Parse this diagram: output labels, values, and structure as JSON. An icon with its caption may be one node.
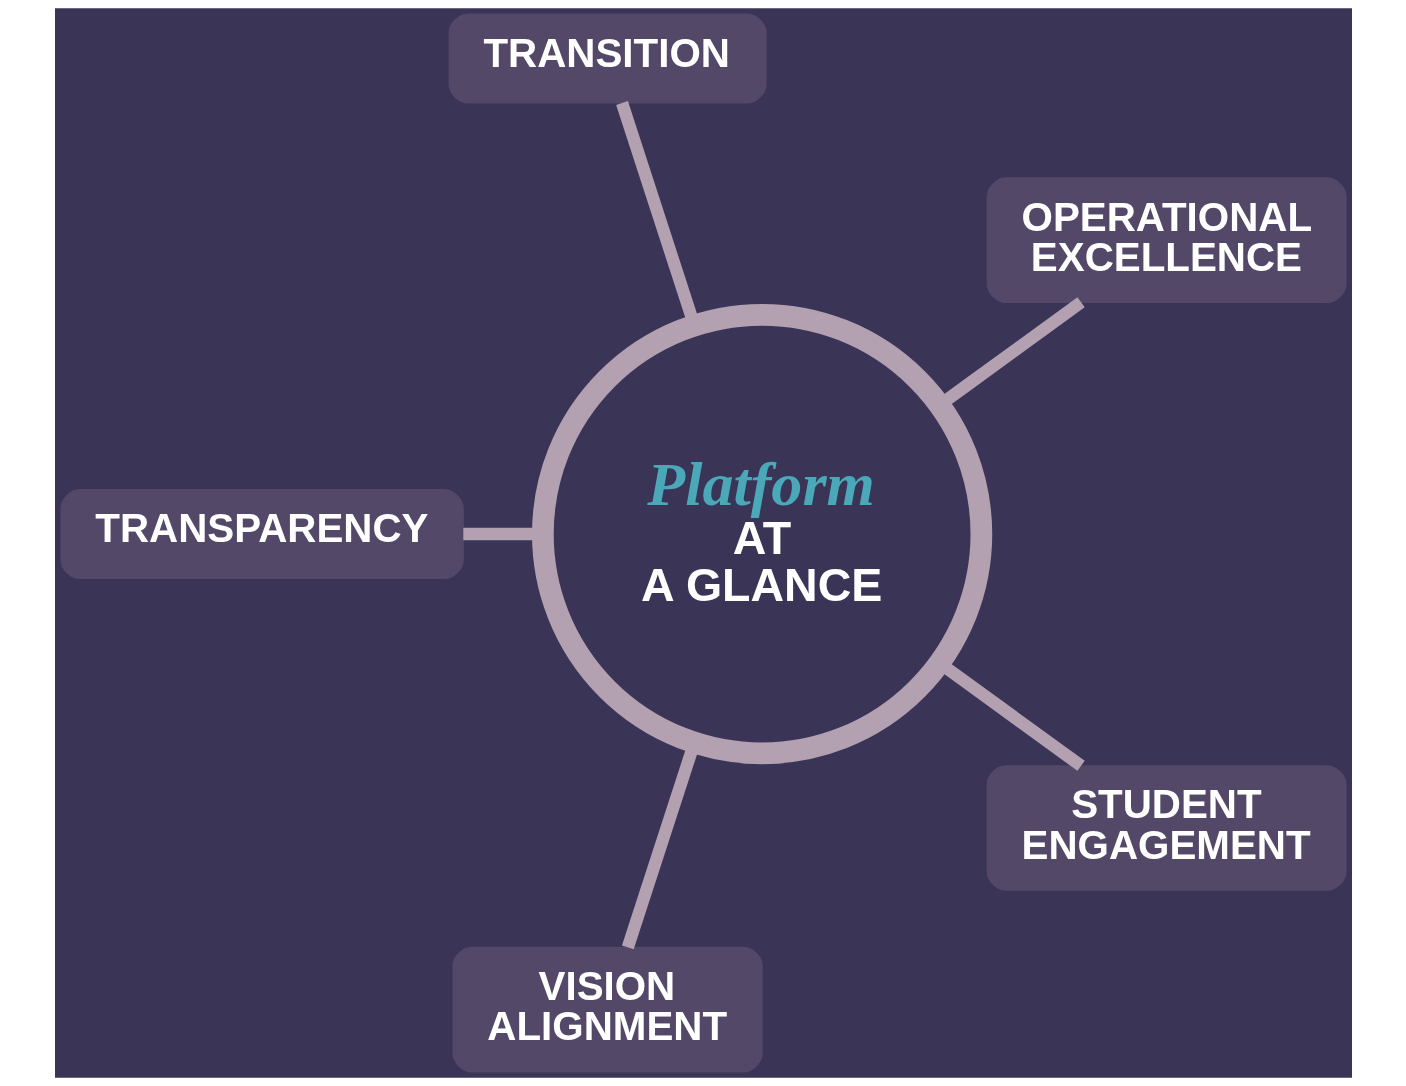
{
  "diagram": {
    "nodes": [
      {
        "text": [
          "OPERATIONAL EXCELLENCE"
        ]
      },
      {
        "text": [
          "TRANSITION"
        ]
      },
      {
        "text": [
          "TRANSPARENCY"
        ]
      },
      {
        "text": [
          "Platform",
          "AT A GLANCE"
        ]
      },
      {
        "text": [
          "VISION ALIGNMENT"
        ]
      },
      {
        "text": [
          "STUDENT ENGAGEMENT"
        ]
      }
    ],
    "edges": [
      {
        "from": 3,
        "to": 0,
        "arrow": "none"
      },
      {
        "from": 3,
        "to": 1,
        "arrow": "none"
      },
      {
        "from": 3,
        "to": 2,
        "arrow": "none"
      },
      {
        "from": 3,
        "to": 4,
        "arrow": "none"
      },
      {
        "from": 3,
        "to": 5,
        "arrow": "none"
      }
    ]
  }
}
